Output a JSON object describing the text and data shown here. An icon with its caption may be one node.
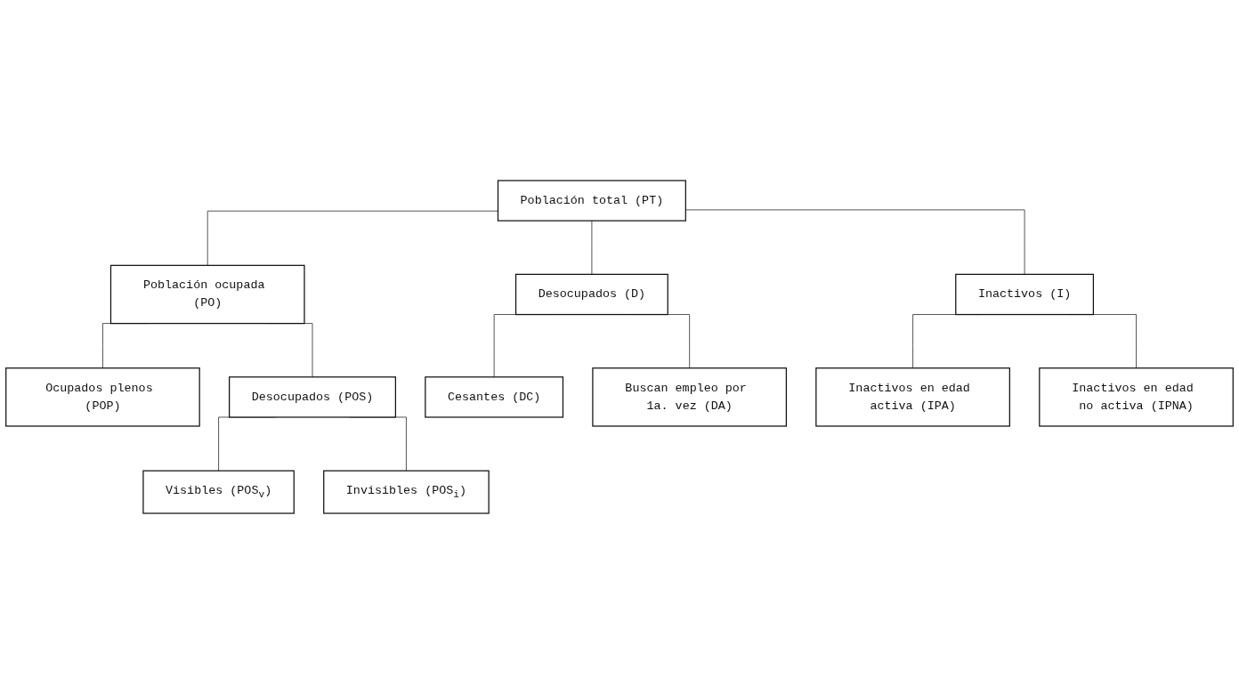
{
  "diagram": {
    "nodes": [
      {
        "text": [
          "Población total (PT)"
        ]
      },
      {
        "text": [
          "Población ocupada (PO)"
        ]
      },
      {
        "text": [
          "Desocupados (D)"
        ]
      },
      {
        "text": [
          "Inactivos (I)"
        ]
      },
      {
        "text": [
          "Ocupados plenos (POP)"
        ]
      },
      {
        "text": [
          "Desocupados (POS)"
        ]
      },
      {
        "text": [
          "Cesantes (DC)"
        ]
      },
      {
        "text": [
          "Buscan empleo por 1a. vez (DA)"
        ]
      },
      {
        "text": [
          "Inactivos en edad activa (IPA)"
        ]
      },
      {
        "text": [
          "Inactivos en edad no activa (IPNA)"
        ]
      },
      {
        "text": [
          "Visibles (POS$_{v}$)"
        ]
      },
      {
        "text": [
          "Invisibles (POS$_{i}$)"
        ]
      }
    ],
    "edges": [
      {
        "from": 0,
        "to": 1,
        "arrow": "none"
      },
      {
        "from": 0,
        "to": 2,
        "arrow": "none"
      },
      {
        "from": 0,
        "to": 3,
        "arrow": "none"
      },
      {
        "from": 1,
        "to": 4,
        "arrow": "none"
      },
      {
        "from": 1,
        "to": 5,
        "arrow": "none"
      },
      {
        "from": 2,
        "to": 6,
        "arrow": "none"
      },
      {
        "from": 2,
        "to": 7,
        "arrow": "none"
      },
      {
        "from": 3,
        "to": 8,
        "arrow": "none"
      },
      {
        "from": 3,
        "to": 9,
        "arrow": "none"
      },
      {
        "from": 5,
        "to": 10,
        "arrow": "none"
      },
      {
        "from": 5,
        "to": 11,
        "arrow": "none"
      }
    ]
  }
}
